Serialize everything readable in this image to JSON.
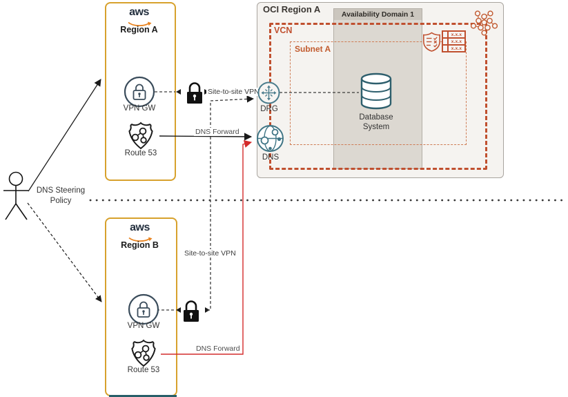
{
  "actor": {
    "label_line1": "DNS Steering",
    "label_line2": "Policy"
  },
  "aws_region_a": {
    "logo": "aws",
    "name": "Region A",
    "vpn_gateway": "VPN GW",
    "route53": "Route 53"
  },
  "aws_region_b": {
    "logo": "aws",
    "name": "Region B",
    "vpn_gateway": "VPN GW",
    "route53": "Route 53"
  },
  "oci_region": {
    "title": "OCI Region A",
    "availability_domain": "Availability Domain 1",
    "vcn_label": "VCN",
    "subnet_label": "Subnet A",
    "drg_label": "DRG",
    "dns_label": "DNS",
    "database_line1": "Database",
    "database_line2": "System",
    "route_table_rows": [
      "x.x.x",
      "x.x.x",
      "x.x.x"
    ]
  },
  "connections": {
    "site_to_site_vpn_a": "Site-to-site VPN",
    "site_to_site_vpn_b": "Site-to-site VPN",
    "dns_forward_a": "DNS Forward",
    "dns_forward_b": "DNS Forward"
  },
  "colors": {
    "aws_border_gold": "#D7A12C",
    "aws_navy": "#232F3E",
    "aws_orange": "#E8821E",
    "oci_red": "#C0502F",
    "subnet_orange": "#CE7A52",
    "icon_teal": "#3F7585",
    "red_connector": "#D42B2B",
    "divider_gray": "#383838"
  }
}
